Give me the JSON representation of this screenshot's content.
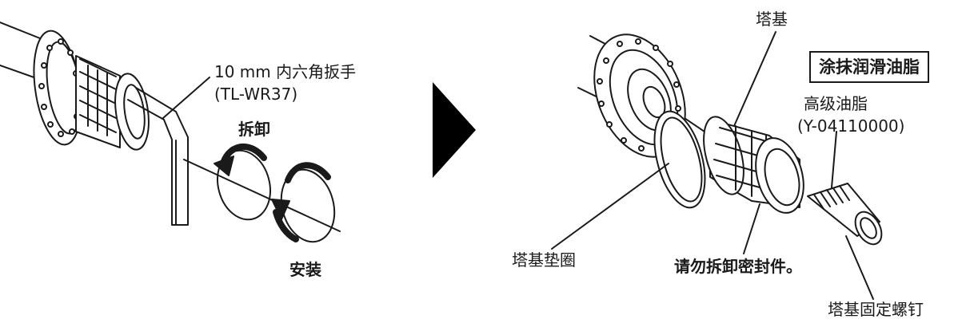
{
  "left_panel": {
    "tool_name": "10 mm  内六角扳手",
    "tool_code": "(TL-WR37)",
    "remove_label": "拆卸",
    "install_label": "安装"
  },
  "right_panel": {
    "top_label": "塔基",
    "grease_box": "涂抹润滑油脂",
    "grease_name": "高级油脂",
    "grease_code": "(Y-04110000)",
    "washer_label": "塔基垫圈",
    "warning_label": "请勿拆卸密封件。",
    "bolt_label": "塔基固定螺钉"
  }
}
